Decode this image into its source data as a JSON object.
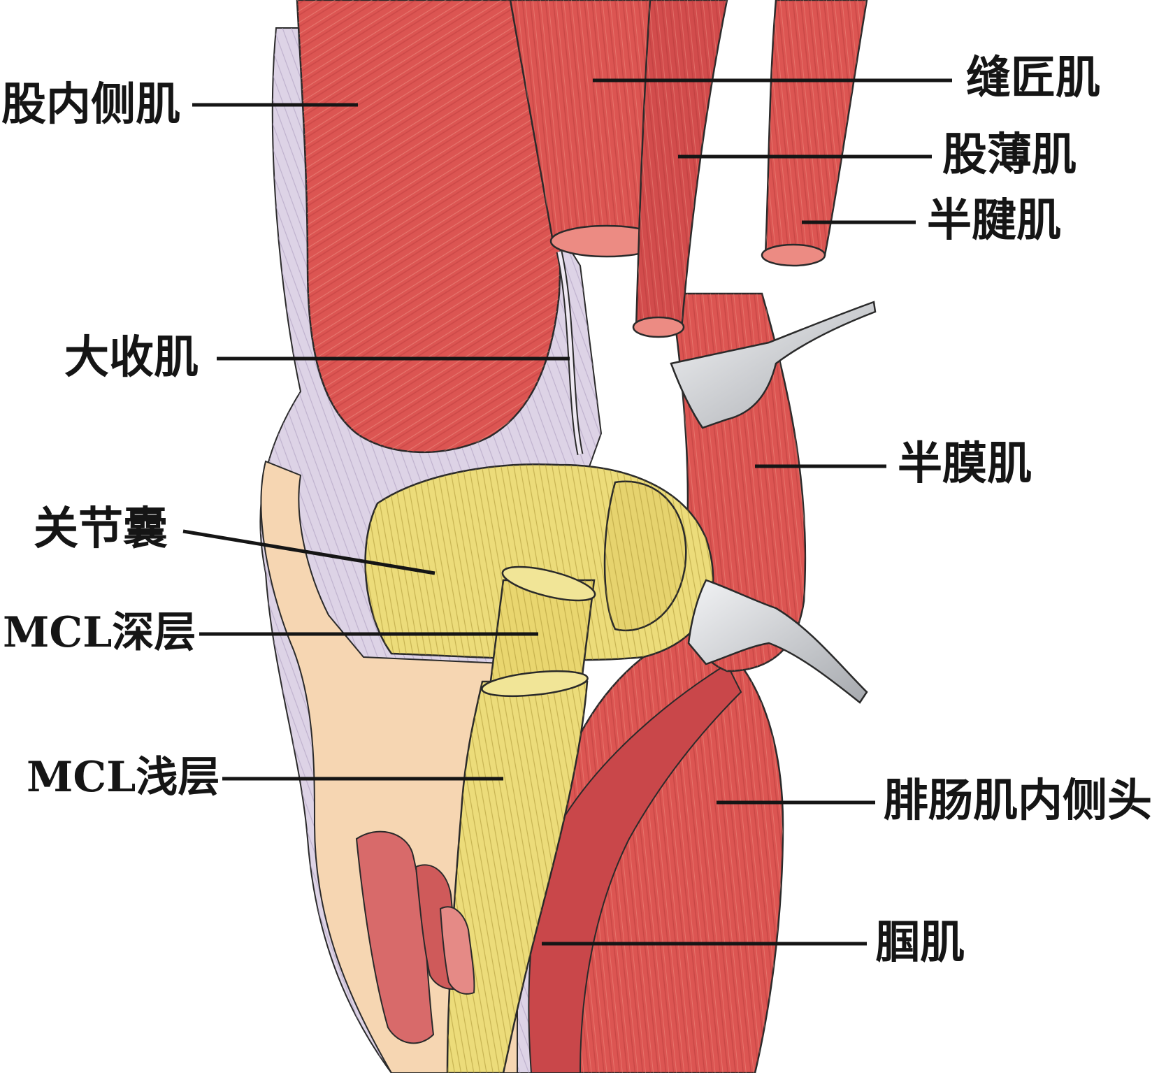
{
  "labels": {
    "vastus_medialis": "股内侧肌",
    "sartorius": "缝匠肌",
    "gracilis": "股薄肌",
    "semitendinosus": "半腱肌",
    "adductor_magnus": "大收肌",
    "semimembranosus": "半膜肌",
    "capsule": "关节囊",
    "mcl_deep": "MCL深层",
    "mcl_superficial": "MCL浅层",
    "gastrocnemius_medial_head": "腓肠肌内侧头",
    "popliteus": "腘肌"
  },
  "colors": {
    "muscle": "#dc5552",
    "muscle_dark": "#b63a3a",
    "muscle_light": "#ee8a7e",
    "ligament": "#ecdc7a",
    "ligament_dark": "#b9a640",
    "fascia": "#ddd3e6",
    "bone": "#f6d6b2",
    "retractor": "#d6d8dc",
    "leader_line": "#151515"
  }
}
